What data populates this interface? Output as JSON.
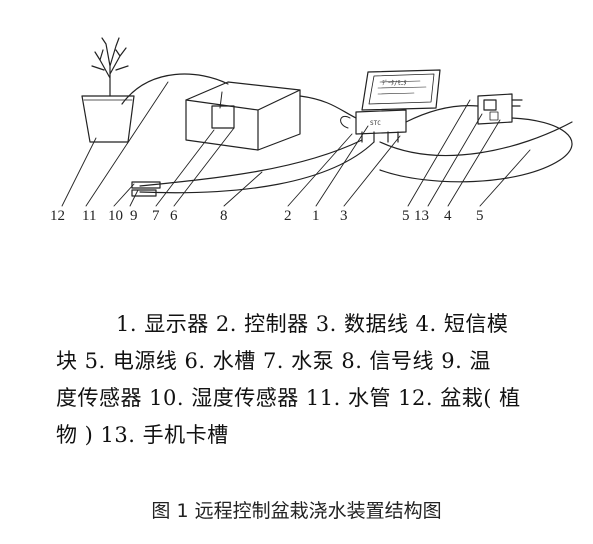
{
  "figure": {
    "callouts": [
      {
        "id": "c12",
        "text": "12"
      },
      {
        "id": "c11",
        "text": "11"
      },
      {
        "id": "c10",
        "text": "10"
      },
      {
        "id": "c9",
        "text": "9"
      },
      {
        "id": "c7",
        "text": "7"
      },
      {
        "id": "c6",
        "text": "6"
      },
      {
        "id": "c8",
        "text": "8"
      },
      {
        "id": "c2",
        "text": "2"
      },
      {
        "id": "c1",
        "text": "1"
      },
      {
        "id": "c3",
        "text": "3"
      },
      {
        "id": "c5a",
        "text": "5"
      },
      {
        "id": "c13",
        "text": "13"
      },
      {
        "id": "c4",
        "text": "4"
      },
      {
        "id": "c5b",
        "text": "5"
      }
    ],
    "controller_label": "STC"
  },
  "legend": {
    "line1": "1. 显示器 2. 控制器 3. 数据线 4. 短信模",
    "line2": "块 5. 电源线 6. 水槽 7. 水泵 8. 信号线 9. 温",
    "line3": "度传感器 10. 湿度传感器 11. 水管 12. 盆栽( 植",
    "line4": "物 ) 13. 手机卡槽"
  },
  "caption": "图 1 远程控制盆栽浇水装置结构图"
}
